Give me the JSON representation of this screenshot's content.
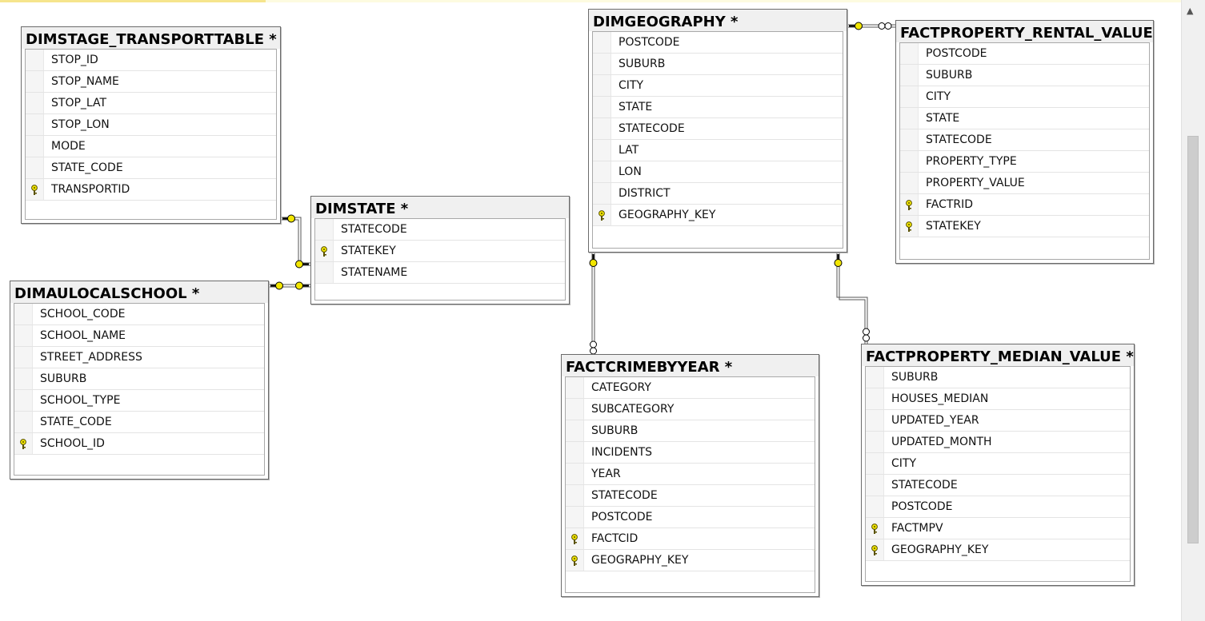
{
  "tables": {
    "dimstage_transporttable": {
      "title": "DIMSTAGE_TRANSPORTTABLE *",
      "columns": [
        {
          "name": "STOP_ID",
          "key": false
        },
        {
          "name": "STOP_NAME",
          "key": false
        },
        {
          "name": "STOP_LAT",
          "key": false
        },
        {
          "name": "STOP_LON",
          "key": false
        },
        {
          "name": "MODE",
          "key": false
        },
        {
          "name": "STATE_CODE",
          "key": false
        },
        {
          "name": "TRANSPORTID",
          "key": true
        }
      ]
    },
    "dimaulocalschool": {
      "title": "DIMAULOCALSCHOOL *",
      "columns": [
        {
          "name": "SCHOOL_CODE",
          "key": false
        },
        {
          "name": "SCHOOL_NAME",
          "key": false
        },
        {
          "name": "STREET_ADDRESS",
          "key": false
        },
        {
          "name": "SUBURB",
          "key": false
        },
        {
          "name": "SCHOOL_TYPE",
          "key": false
        },
        {
          "name": "STATE_CODE",
          "key": false
        },
        {
          "name": "SCHOOL_ID",
          "key": true
        }
      ]
    },
    "dimstate": {
      "title": "DIMSTATE *",
      "columns": [
        {
          "name": "STATECODE",
          "key": false
        },
        {
          "name": "STATEKEY",
          "key": true
        },
        {
          "name": "STATENAME",
          "key": false
        }
      ]
    },
    "dimgeography": {
      "title": "DIMGEOGRAPHY *",
      "columns": [
        {
          "name": "POSTCODE",
          "key": false
        },
        {
          "name": "SUBURB",
          "key": false
        },
        {
          "name": "CITY",
          "key": false
        },
        {
          "name": "STATE",
          "key": false
        },
        {
          "name": "STATECODE",
          "key": false
        },
        {
          "name": "LAT",
          "key": false
        },
        {
          "name": "LON",
          "key": false
        },
        {
          "name": "DISTRICT",
          "key": false
        },
        {
          "name": "GEOGRAPHY_KEY",
          "key": true
        }
      ]
    },
    "factproperty_rental_value": {
      "title": "FACTPROPERTY_RENTAL_VALUE *",
      "columns": [
        {
          "name": "POSTCODE",
          "key": false
        },
        {
          "name": "SUBURB",
          "key": false
        },
        {
          "name": "CITY",
          "key": false
        },
        {
          "name": "STATE",
          "key": false
        },
        {
          "name": "STATECODE",
          "key": false
        },
        {
          "name": "PROPERTY_TYPE",
          "key": false
        },
        {
          "name": "PROPERTY_VALUE",
          "key": false
        },
        {
          "name": "FACTRID",
          "key": true
        },
        {
          "name": "STATEKEY",
          "key": true
        }
      ]
    },
    "factcrimebyyear": {
      "title": "FACTCRIMEBYYEAR *",
      "columns": [
        {
          "name": "CATEGORY",
          "key": false
        },
        {
          "name": "SUBCATEGORY",
          "key": false
        },
        {
          "name": "SUBURB",
          "key": false
        },
        {
          "name": "INCIDENTS",
          "key": false
        },
        {
          "name": "YEAR",
          "key": false
        },
        {
          "name": "STATECODE",
          "key": false
        },
        {
          "name": "POSTCODE",
          "key": false
        },
        {
          "name": "FACTCID",
          "key": true
        },
        {
          "name": "GEOGRAPHY_KEY",
          "key": true
        }
      ]
    },
    "factproperty_median_value": {
      "title": "FACTPROPERTY_MEDIAN_VALUE  *",
      "columns": [
        {
          "name": "SUBURB",
          "key": false
        },
        {
          "name": "HOUSES_MEDIAN",
          "key": false
        },
        {
          "name": "UPDATED_YEAR",
          "key": false
        },
        {
          "name": "UPDATED_MONTH",
          "key": false
        },
        {
          "name": "CITY",
          "key": false
        },
        {
          "name": "STATECODE",
          "key": false
        },
        {
          "name": "POSTCODE",
          "key": false
        },
        {
          "name": "FACTMPV",
          "key": true
        },
        {
          "name": "GEOGRAPHY_KEY",
          "key": true
        }
      ]
    }
  },
  "icons": {
    "key": "primary-key-icon",
    "scroll_up": "scroll-up-arrow-icon"
  },
  "colors": {
    "key_yellow": "#f2e600",
    "connector": "#555555",
    "title_bg": "#f0f0f0"
  }
}
